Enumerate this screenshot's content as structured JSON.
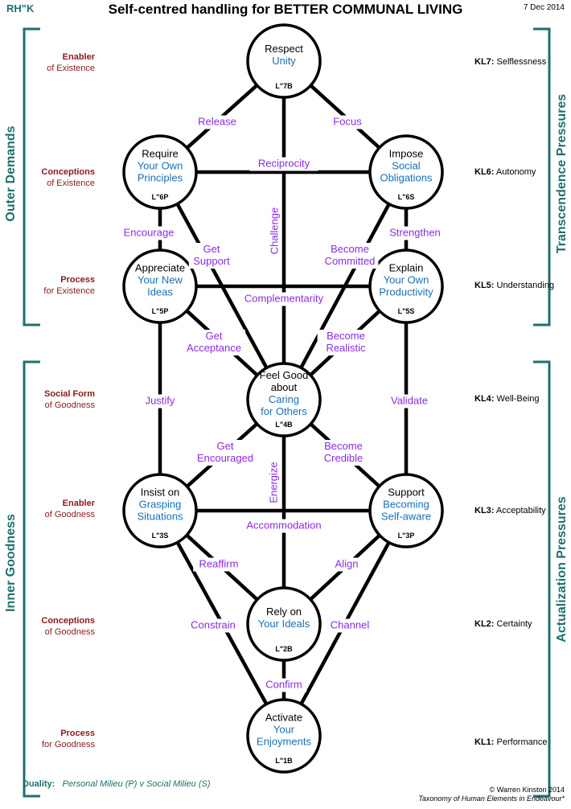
{
  "header": {
    "code": "RH\"K",
    "title": "Self-centred handling for BETTER COMMUNAL LIVING",
    "date": "7 Dec 2014"
  },
  "sides": {
    "outer": "Outer Demands",
    "inner": "Inner Goodness",
    "transcendence": "Transcendence Pressures",
    "actualization": "Actualization Pressures"
  },
  "left_levels": [
    {
      "bold": "Enabler",
      "normal": "of Existence"
    },
    {
      "bold": "Conceptions",
      "normal": "of Existence"
    },
    {
      "bold": "Process",
      "normal": "for Existence"
    },
    {
      "bold": "Social Form",
      "normal": "of Goodness"
    },
    {
      "bold": "Enabler",
      "normal": "of Goodness"
    },
    {
      "bold": "Conceptions",
      "normal": "of Goodness"
    },
    {
      "bold": "Process",
      "normal": "for Goodness"
    }
  ],
  "right_levels": [
    {
      "code": "KL7:",
      "name": "Selflessness"
    },
    {
      "code": "KL6:",
      "name": "Autonomy"
    },
    {
      "code": "KL5:",
      "name": "Understanding"
    },
    {
      "code": "KL4:",
      "name": "Well-Being"
    },
    {
      "code": "KL3:",
      "name": "Acceptability"
    },
    {
      "code": "KL2:",
      "name": "Certainty"
    },
    {
      "code": "KL1:",
      "name": "Performance"
    }
  ],
  "nodes": [
    {
      "id": "L7B",
      "lines_black": [
        "Respect"
      ],
      "lines_blue": [
        "Unity"
      ],
      "code": "L\"7B"
    },
    {
      "id": "L6P",
      "lines_black": [
        "Require"
      ],
      "lines_blue": [
        "Your Own",
        "Principles"
      ],
      "code": "L\"6P"
    },
    {
      "id": "L6S",
      "lines_black": [
        "Impose"
      ],
      "lines_blue": [
        "Social",
        "Obligations"
      ],
      "code": "L\"6S"
    },
    {
      "id": "L5P",
      "lines_black": [
        "Appreciate"
      ],
      "lines_blue": [
        "Your New",
        "Ideas"
      ],
      "code": "L\"5P"
    },
    {
      "id": "L5S",
      "lines_black": [
        "Explain"
      ],
      "lines_blue": [
        "Your Own",
        "Productivity"
      ],
      "code": "L\"5S"
    },
    {
      "id": "L4B",
      "lines_black": [
        "Feel Good",
        "about"
      ],
      "lines_blue": [
        "Caring",
        "for Others"
      ],
      "code": "L\"4B"
    },
    {
      "id": "L3S",
      "lines_black": [
        "Insist on"
      ],
      "lines_blue": [
        "Grasping",
        "Situations"
      ],
      "code": "L\"3S"
    },
    {
      "id": "L3P",
      "lines_black": [
        "Support"
      ],
      "lines_blue": [
        "Becoming",
        "Self-aware"
      ],
      "code": "L\"3P"
    },
    {
      "id": "L2B",
      "lines_black": [
        "Rely on"
      ],
      "lines_blue": [
        "Your Ideals"
      ],
      "code": "L\"2B"
    },
    {
      "id": "L1B",
      "lines_black": [
        "Activate"
      ],
      "lines_blue": [
        "Your",
        "Enjoyments"
      ],
      "code": "L\"1B"
    }
  ],
  "paths": [
    {
      "from": "L7B",
      "to": "L6P",
      "label": [
        "Release"
      ]
    },
    {
      "from": "L7B",
      "to": "L6S",
      "label": [
        "Focus"
      ]
    },
    {
      "from": "L6P",
      "to": "L6S",
      "label": [
        "Reciprocity"
      ]
    },
    {
      "from": "L7B",
      "to": "L4B",
      "label": [
        "Challenge"
      ]
    },
    {
      "from": "L6P",
      "to": "L5P",
      "label": [
        "Encourage"
      ]
    },
    {
      "from": "L6S",
      "to": "L5S",
      "label": [
        "Strengthen"
      ]
    },
    {
      "from": "L6P",
      "to": "L4B",
      "label": [
        "Get",
        "Support"
      ]
    },
    {
      "from": "L6S",
      "to": "L4B",
      "label": [
        "Become",
        "Committed"
      ]
    },
    {
      "from": "L5P",
      "to": "L5S",
      "label": [
        "Complementarity"
      ]
    },
    {
      "from": "L5P",
      "to": "L4B",
      "label": [
        "Get",
        "Acceptance"
      ]
    },
    {
      "from": "L5S",
      "to": "L4B",
      "label": [
        "Become",
        "Realistic"
      ]
    },
    {
      "from": "L5P",
      "to": "L3S",
      "label": [
        "Justify"
      ]
    },
    {
      "from": "L5S",
      "to": "L3P",
      "label": [
        "Validate"
      ]
    },
    {
      "from": "L4B",
      "to": "L3S",
      "label": [
        "Get",
        "Encouraged"
      ]
    },
    {
      "from": "L4B",
      "to": "L3P",
      "label": [
        "Become",
        "Credible"
      ]
    },
    {
      "from": "L4B",
      "to": "L2B",
      "label": [
        "Energize"
      ]
    },
    {
      "from": "L3S",
      "to": "L3P",
      "label": [
        "Accommodation"
      ]
    },
    {
      "from": "L3S",
      "to": "L2B",
      "label": [
        "Reaffirm"
      ]
    },
    {
      "from": "L3P",
      "to": "L2B",
      "label": [
        "Align"
      ]
    },
    {
      "from": "L3S",
      "to": "L1B",
      "label": [
        "Constrain"
      ]
    },
    {
      "from": "L3P",
      "to": "L1B",
      "label": [
        "Channel"
      ]
    },
    {
      "from": "L2B",
      "to": "L1B",
      "label": [
        "Confirm"
      ]
    }
  ],
  "footer": {
    "duality_label": "Duality:",
    "duality_text": "Personal Milieu (P)  v  Social Milieu (S)",
    "copyright": "© Warren Kinston 2014",
    "subtitle": "Taxonomy of Human Elements in Endeavour*"
  },
  "colors": {
    "teal": "#1f6f6f",
    "maroon": "#8b1a1a",
    "blue": "#1a6fb5",
    "purple": "#8a2be2"
  }
}
